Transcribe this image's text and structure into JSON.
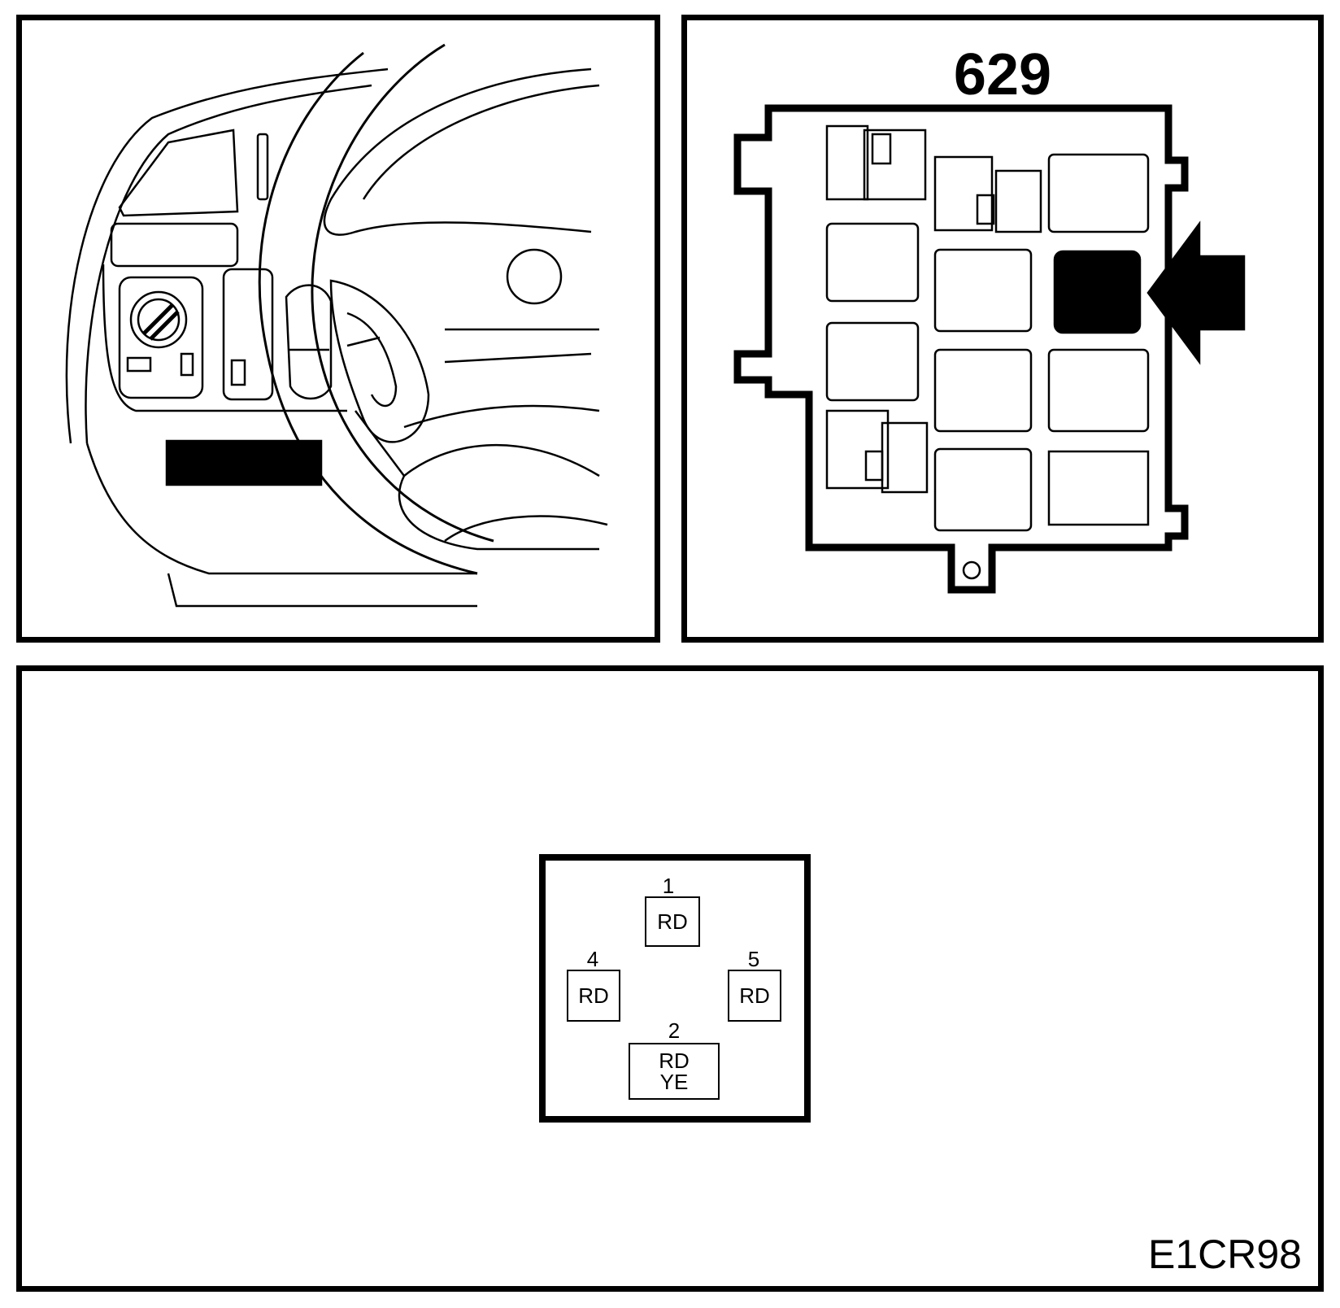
{
  "relay_panel": {
    "relay_number": "629"
  },
  "connector": {
    "pins": [
      {
        "number": "1",
        "colors": [
          "RD"
        ]
      },
      {
        "number": "4",
        "colors": [
          "RD"
        ]
      },
      {
        "number": "5",
        "colors": [
          "RD"
        ]
      },
      {
        "number": "2",
        "colors": [
          "RD",
          "YE"
        ]
      }
    ]
  },
  "figure_code": "E1CR98"
}
